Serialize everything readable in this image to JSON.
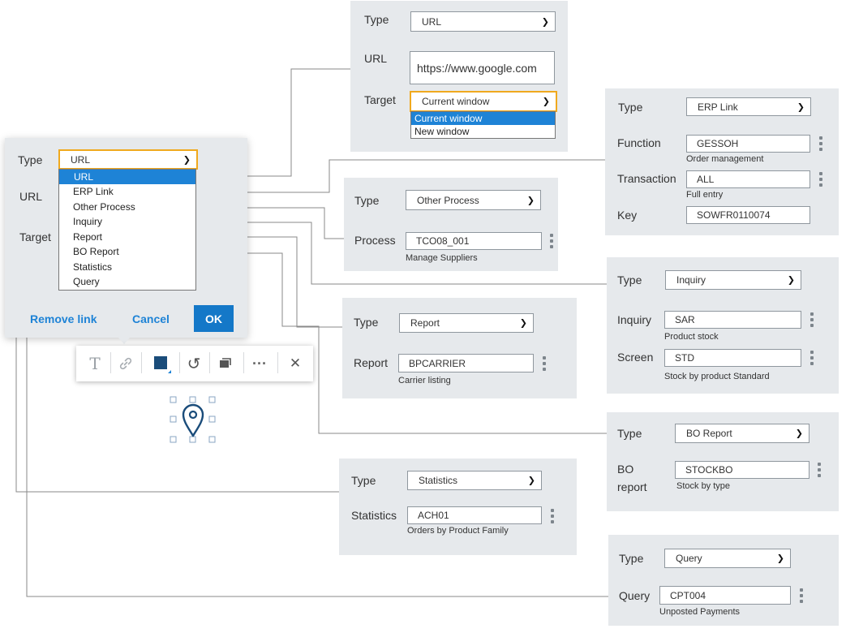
{
  "labels": {
    "type": "Type",
    "url": "URL",
    "target": "Target",
    "function": "Function",
    "transaction": "Transaction",
    "key": "Key",
    "process": "Process",
    "inquiry": "Inquiry",
    "screen": "Screen",
    "report": "Report",
    "bo_report_line1": "BO",
    "bo_report_line2": "report",
    "statistics": "Statistics",
    "query": "Query"
  },
  "link_dialog": {
    "type_value": "URL",
    "type_options": [
      "URL",
      "ERP Link",
      "Other Process",
      "Inquiry",
      "Report",
      "BO Report",
      "Statistics",
      "Query"
    ],
    "selected_option": "URL",
    "remove_link": "Remove link",
    "cancel": "Cancel",
    "ok": "OK"
  },
  "toolbar": {
    "text_icon": "T",
    "undo_icon": "↺",
    "more_icon": "···",
    "close_icon": "✕",
    "accent_color": "#1a4c7a"
  },
  "url_panel": {
    "type_value": "URL",
    "url_value": "https://www.google.com",
    "target_value": "Current window",
    "target_options": [
      "Current window",
      "New window"
    ],
    "selected_option": "Current window"
  },
  "erp_panel": {
    "type_value": "ERP Link",
    "function_value": "GESSOH",
    "function_desc": "Order management",
    "transaction_value": "ALL",
    "transaction_desc": "Full entry",
    "key_value": "SOWFR0110074"
  },
  "process_panel": {
    "type_value": "Other Process",
    "process_value": "TCO08_001",
    "process_desc": "Manage Suppliers"
  },
  "inquiry_panel": {
    "type_value": "Inquiry",
    "inquiry_value": "SAR",
    "inquiry_desc": "Product stock",
    "screen_value": "STD",
    "screen_desc": "Stock by product Standard"
  },
  "report_panel": {
    "type_value": "Report",
    "report_value": "BPCARRIER",
    "report_desc": "Carrier listing"
  },
  "boreport_panel": {
    "type_value": "BO Report",
    "boreport_value": "STOCKBO",
    "boreport_desc": "Stock by type"
  },
  "statistics_panel": {
    "type_value": "Statistics",
    "statistics_value": "ACH01",
    "statistics_desc": "Orders by Product Family"
  },
  "query_panel": {
    "type_value": "Query",
    "query_value": "CPT004",
    "query_desc": "Unposted Payments"
  },
  "colors": {
    "panel_bg": "#e6e9ec",
    "accent_blue": "#1e83d6",
    "ok_button": "#1478c8",
    "focus_outline": "#f0a91e",
    "connector": "#8a8a8a"
  }
}
